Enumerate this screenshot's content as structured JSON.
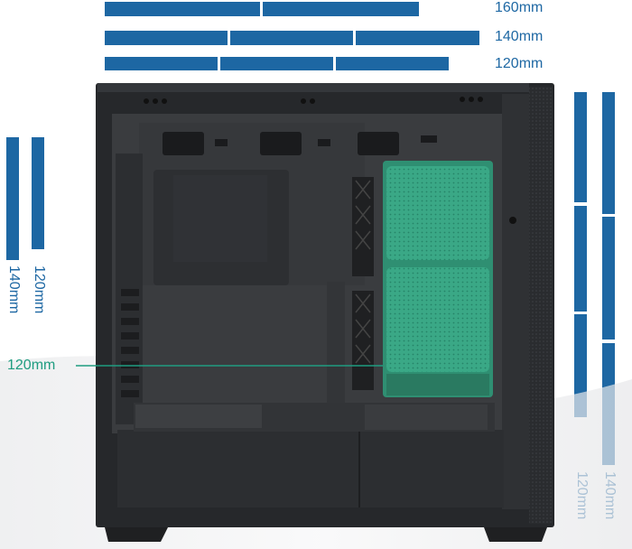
{
  "labels": {
    "top_160": "160mm",
    "top_140": "140mm",
    "top_120": "120mm",
    "left_140": "140mm",
    "left_120": "120mm",
    "right_140": "140mm",
    "right_120": "120mm",
    "radiator_120": "120mm"
  },
  "colors": {
    "fan_bar": "#1d67a3",
    "radiator": "#2f9e7d",
    "case_body": "#2a2c2f",
    "case_interior": "#3b3d40"
  }
}
